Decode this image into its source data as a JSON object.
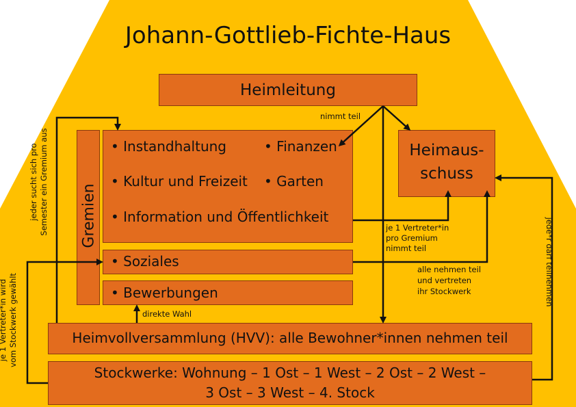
{
  "colors": {
    "background": "#FFC000",
    "box": "#E36C1E",
    "arrow": "#111111"
  },
  "title": "Johann-Gottlieb-Fichte-Haus",
  "heimleitung": "Heimleitung",
  "heimausschuss": [
    "Heimaus-",
    "schuss"
  ],
  "gremien_label": "Gremien",
  "gremien_main": {
    "instandhaltung": "• Instandhaltung",
    "finanzen": "• Finanzen",
    "kultur": "• Kultur und Freizeit",
    "garten": "• Garten",
    "information": "• Information und Öffentlichkeit"
  },
  "soziales": "• Soziales",
  "bewerbungen": "• Bewerbungen",
  "hvv": "Heimvollversammlung (HVV): alle Bewohner*innen nehmen teil",
  "stockwerke": [
    "Stockwerke:  Wohnung – 1 Ost – 1 West – 2 Ost – 2 West –",
    "3 Ost – 3 West – 4. Stock"
  ],
  "annotations": {
    "nimmt_teil": "nimmt teil",
    "vertreter_gremium": [
      "je 1 Vertreter*in",
      "pro Gremium",
      "nimmt teil"
    ],
    "alle_nehmen": [
      "alle nehmen teil",
      "und vertreten",
      "ihr Stockwerk"
    ],
    "direkte_wahl": "direkte Wahl",
    "jeder_sucht": [
      "jeder sucht sich pro",
      "Semester ein Gremium aus"
    ],
    "vertreter_stockwerk": [
      "je 1 Vertreter*in wird",
      "vom Stockwerk gewählt"
    ],
    "jeder_darf": "jede*r darf teilnehmen"
  }
}
